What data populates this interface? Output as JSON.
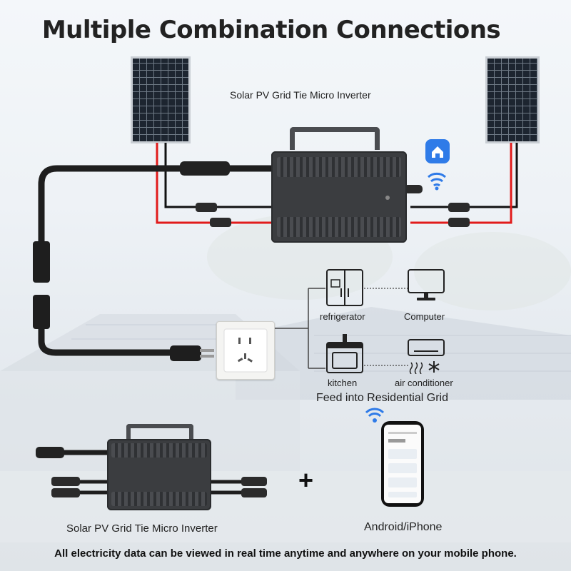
{
  "title": "Multiple Combination Connections",
  "top_inverter_label": "Solar PV Grid Tie Micro Inverter",
  "appliances": {
    "refrigerator": "refrigerator",
    "computer": "Computer",
    "kitchen": "kitchen",
    "air_conditioner": "air conditioner"
  },
  "grid_label": "Feed into Residential Grid",
  "bottom_inverter_label": "Solar PV Grid Tie Micro Inverter",
  "phone_label": "Android/iPhone",
  "plus_sign": "+",
  "footer": "All electricity data can be viewed in real time anytime and anywhere on your mobile phone.",
  "colors": {
    "dc_positive": "#e11b1b",
    "dc_negative": "#111111",
    "app_icon": "#2f7be8",
    "wifi": "#2f7be8"
  }
}
